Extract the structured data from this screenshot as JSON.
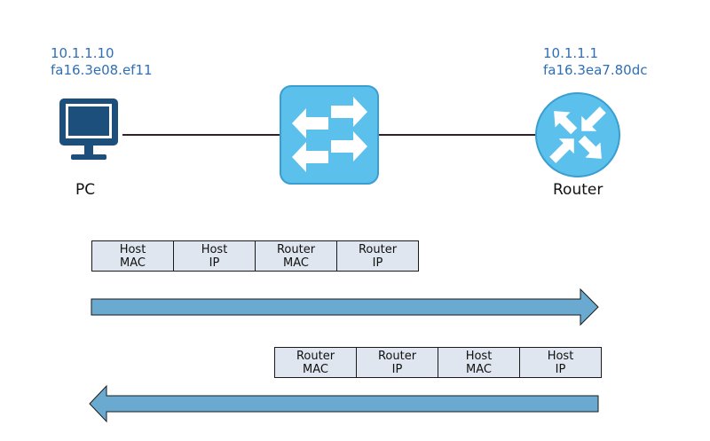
{
  "pc": {
    "ip": "10.1.1.10",
    "mac": "fa16.3e08.ef11",
    "label": "PC"
  },
  "router": {
    "ip": "10.1.1.1",
    "mac": "fa16.3ea7.80dc",
    "label": "Router"
  },
  "frame_outbound": [
    {
      "line1": "Host",
      "line2": "MAC"
    },
    {
      "line1": "Host",
      "line2": "IP"
    },
    {
      "line1": "Router",
      "line2": "MAC"
    },
    {
      "line1": "Router",
      "line2": "IP"
    }
  ],
  "frame_inbound": [
    {
      "line1": "Router",
      "line2": "MAC"
    },
    {
      "line1": "Router",
      "line2": "IP"
    },
    {
      "line1": "Host",
      "line2": "MAC"
    },
    {
      "line1": "Host",
      "line2": "IP"
    }
  ],
  "colors": {
    "address_text": "#2f6fb5",
    "pc_icon": "#1d4f7c",
    "switch_fill": "#5bc0eb",
    "router_fill": "#5bc0eb",
    "arrow_fill": "#6aaad0",
    "cell_fill": "#dfe6ef"
  },
  "icons": [
    "pc-monitor-icon",
    "switch-icon",
    "router-icon"
  ]
}
